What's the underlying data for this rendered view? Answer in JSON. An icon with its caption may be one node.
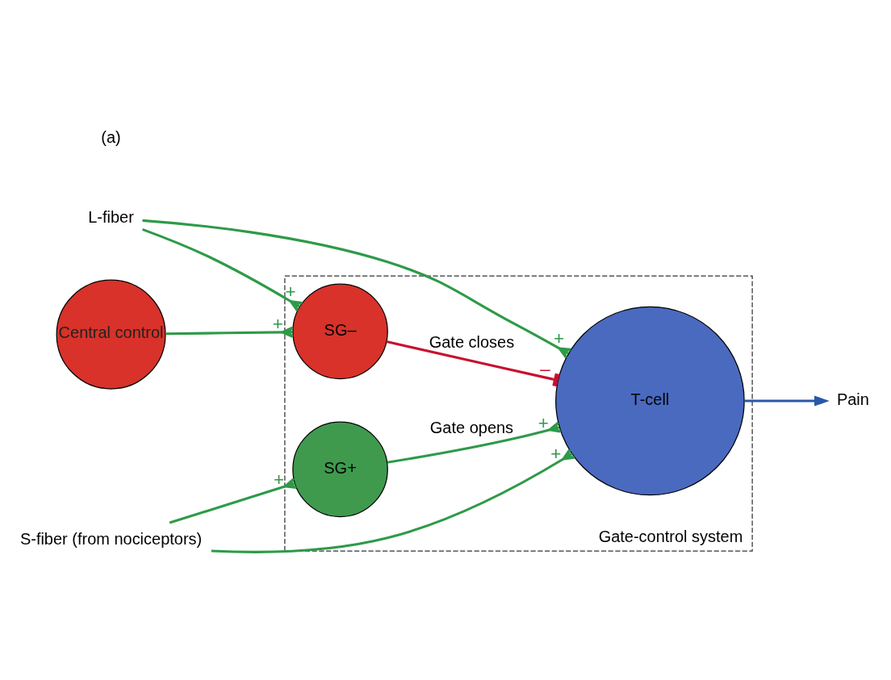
{
  "diagram": {
    "nodes": [
      {
        "text": [
          "Gate-control system"
        ]
      },
      {
        "text": [
          "Central control"
        ]
      },
      {
        "text": [
          "L-fiber"
        ]
      },
      {
        "text": [
          "SG–"
        ],
        "in": 0
      },
      {
        "text": [
          "SG+"
        ],
        "in": 0
      },
      {
        "text": [
          "T-cell"
        ],
        "in": 0
      },
      {
        "text": [
          "S-fiber (from nociceptors)"
        ]
      },
      {
        "text": [
          "Pain"
        ]
      }
    ],
    "edges": [
      {
        "from": 2,
        "to": 3,
        "arrow": "other"
      },
      {
        "from": 1,
        "to": 3,
        "arrow": "other"
      },
      {
        "from": 2,
        "to": 5,
        "arrow": "other"
      },
      {
        "from": 3,
        "to": 5,
        "arrow": "other",
        "label": "Gate closes",
        "color": "#c8102e"
      },
      {
        "from": 4,
        "to": 5,
        "arrow": "other",
        "label": "Gate opens"
      },
      {
        "from": 6,
        "to": 5,
        "arrow": "other"
      },
      {
        "from": 6,
        "to": 4,
        "arrow": "other"
      },
      {
        "from": 5,
        "to": 7,
        "arrow": "to",
        "color": "#2a57a8"
      }
    ],
    "labels": [
      "(a)",
      "+",
      "+",
      "+",
      "–",
      "+",
      "+",
      "+"
    ]
  }
}
